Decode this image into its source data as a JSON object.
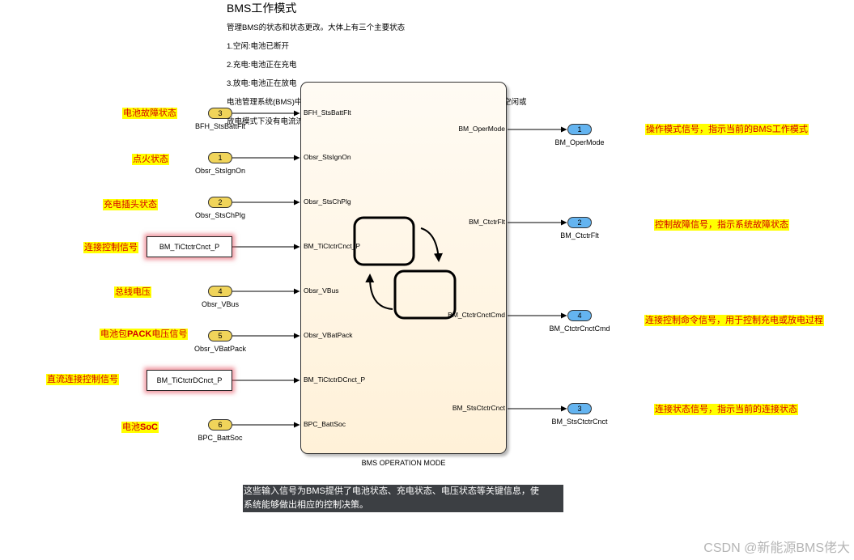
{
  "header": {
    "title": "BMS工作模式",
    "description_lines": [
      "管理BMS的状态和状态更改。大体上有三个主要状态",
      "1.空闲:电池已断开",
      "2.充电:电池正在充电",
      "3.放电:电池正在放电",
      "电池管理系统(BMS)中的功能需要这些信息来改变其功能。例如，BMS应该确保在空闲或",
      "放电模式下没有电流流入电池。SoC应该在充电时增加，在放电时减少。"
    ]
  },
  "block": {
    "name": "BMS OPERATION MODE",
    "fill_top": "#fffbf4",
    "fill_bottom": "#fff1d8"
  },
  "inputs": [
    {
      "kind": "inport",
      "number": "3",
      "signal": "BFH_StsBattFlt",
      "port": "BFH_StsBattFlt",
      "note": "电池故障状态"
    },
    {
      "kind": "inport",
      "number": "1",
      "signal": "Obsr_StsIgnOn",
      "port": "Obsr_StsIgnOn",
      "note": "点火状态"
    },
    {
      "kind": "inport",
      "number": "2",
      "signal": "Obsr_StsChPlg",
      "port": "Obsr_StsChPlg",
      "note": "充电插头状态"
    },
    {
      "kind": "constant",
      "value": "BM_TiCtctrCnct_P",
      "port": "BM_TiCtctrCnct_P",
      "note": "连接控制信号"
    },
    {
      "kind": "inport",
      "number": "4",
      "signal": "Obsr_VBus",
      "port": "Obsr_VBus",
      "note": "总线电压"
    },
    {
      "kind": "inport",
      "number": "5",
      "signal": "Obsr_VBatPack",
      "port": "Obsr_VBatPack",
      "note_pre": "电池包",
      "note_bold": "PACK",
      "note_post": "电压信号"
    },
    {
      "kind": "constant",
      "value": "BM_TiCtctrDCnct_P",
      "port": "BM_TiCtctrDCnct_P",
      "note": "直流连接控制信号"
    },
    {
      "kind": "inport",
      "number": "6",
      "signal": "BPC_BattSoc",
      "port": "BPC_BattSoc",
      "note_pre": "电池",
      "note_bold": "SoC"
    }
  ],
  "outputs": [
    {
      "number": "1",
      "signal": "BM_OperMode",
      "port": "BM_OperMode",
      "note": "操作模式信号，指示当前的BMS工作模式"
    },
    {
      "number": "2",
      "signal": "BM_CtctrFlt",
      "port": "BM_CtctrFlt",
      "note": "控制故障信号，指示系统故障状态"
    },
    {
      "number": "4",
      "signal": "BM_CtctrCnctCmd",
      "port": "BM_CtctrCnctCmd",
      "note": "连接控制命令信号，用于控制充电或放电过程"
    },
    {
      "number": "3",
      "signal": "BM_StsCtctrCnct",
      "port": "BM_StsCtctrCnct",
      "note": "连接状态信号，指示当前的连接状态"
    }
  ],
  "bottom_note_lines": [
    "这些输入信号为BMS提供了电池状态、充电状态、电压状态等关键信息，使",
    "系统能够做出相应的控制决策。"
  ],
  "watermark": "CSDN @新能源BMS佬大",
  "colors": {
    "inport": "#f0d45a",
    "outport": "#64b4f0",
    "note_bg": "#ffff00",
    "note_text": "#d40000",
    "constant_glow": "#e44655",
    "dark_note_bg": "#3c3f43"
  },
  "icons": {
    "block_icon": "stateflow-chart-icon"
  }
}
